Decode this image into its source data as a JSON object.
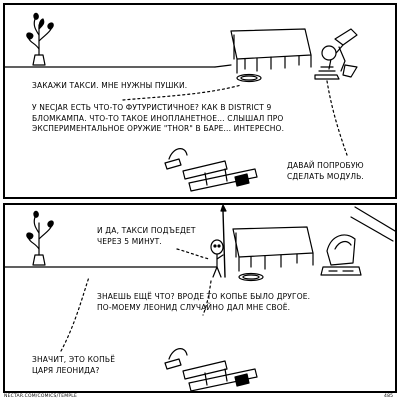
{
  "panel1": {
    "line1": "ЗАКАЖИ ТАКСИ. МНЕ НУЖНЫ ПУШКИ.",
    "para2": [
      "У NECJAR ЕСТЬ ЧТО-ТО ФУТУРИСТИЧНОЕ? КАК В DISTRICT 9",
      "БЛОМКАМПА. ЧТО-ТО ТАКОЕ ИНОПЛАНЕТНОЕ... СЛЫШАЛ ПРО",
      "ЭКСПЕРИМЕНТАЛЬНОЕ ОРУЖИЕ \"THOR\" В БАРЕ... ИНТЕРЕСНО."
    ],
    "reply": [
      "ДАВАЙ ПОПРОБУЮ",
      "СДЕЛАТЬ МОДУЛЬ."
    ]
  },
  "panel2": {
    "line1": [
      "И ДА, ТАКСИ ПОДЪЕДЕТ",
      "ЧЕРЕЗ 5 МИНУТ."
    ],
    "para2": [
      "ЗНАЕШЬ ЕЩЁ ЧТО? ВРОДЕ ТО КОПЬЕ БЫЛО ДРУГОЕ.",
      "ПО-МОЕМУ ЛЕОНИД СЛУЧАЙНО ДАЛ МНЕ СВОЁ."
    ],
    "question": [
      "ЗНАЧИТ, ЭТО КОПЬЁ",
      "ЦАРЯ ЛЕОНИДА?"
    ]
  },
  "footer": {
    "site": "NECTAR.COM/COMICS/TEMPLE",
    "page": "485"
  }
}
